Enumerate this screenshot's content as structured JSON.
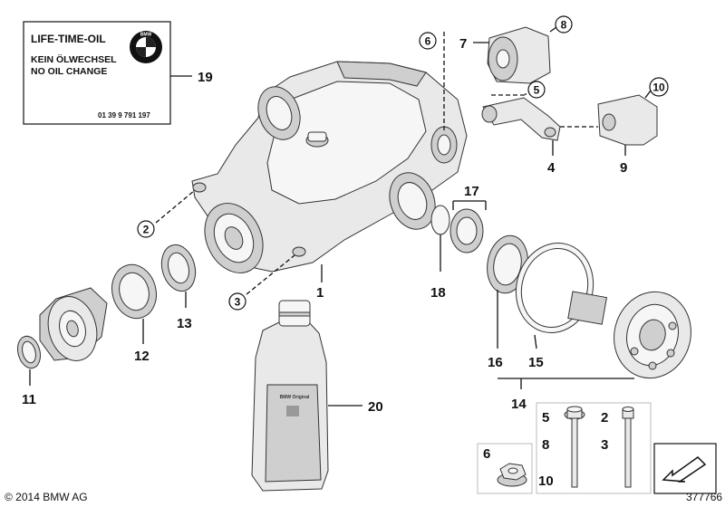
{
  "oil_card": {
    "title": "LIFE-TIME-OIL",
    "line1": "KEIN ÖLWECHSEL",
    "line2": "NO OIL CHANGE",
    "part_number": "01 39 9 791 197",
    "logo_letters": "BMW"
  },
  "oil_bottle": {
    "label_text": "BMW Original"
  },
  "callouts": {
    "p1": "1",
    "p2": "2",
    "p3": "3",
    "p4": "4",
    "p5": "5",
    "p6": "6",
    "p7": "7",
    "p8": "8",
    "p9": "9",
    "p10": "10",
    "p11": "11",
    "p12": "12",
    "p13": "13",
    "p14": "14",
    "p15": "15",
    "p16": "16",
    "p17": "17",
    "p18": "18",
    "p19": "19",
    "p20": "20"
  },
  "bolt_panel": {
    "col1": [
      "5",
      "8",
      "10"
    ],
    "col2": [
      "2",
      "3"
    ],
    "nut_label": "6"
  },
  "footer": {
    "copyright": "© 2014 BMW AG",
    "diagram_id": "377766"
  }
}
